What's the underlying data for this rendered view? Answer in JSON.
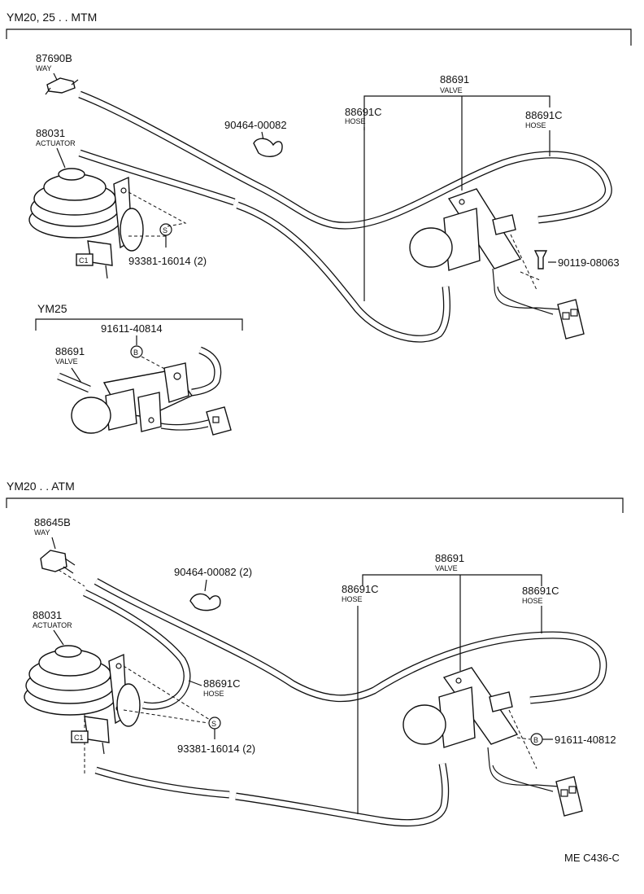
{
  "sections": {
    "top": {
      "title": "YM20, 25 . . MTM",
      "parts": {
        "way": {
          "number": "87690B",
          "name": "WAY"
        },
        "actuator": {
          "number": "88031",
          "name": "ACTUATOR"
        },
        "clip": {
          "number": "90464-00082"
        },
        "hose_left": {
          "number": "88691C",
          "name": "HOSE"
        },
        "valve": {
          "number": "88691",
          "name": "VALVE"
        },
        "hose_right": {
          "number": "88691C",
          "name": "HOSE"
        },
        "screw": {
          "number": "93381-16014 (2)",
          "badge": "S"
        },
        "bolt": {
          "number": "90119-08063"
        },
        "connector_c1": {
          "label": "C1"
        }
      }
    },
    "inset": {
      "title": "YM25",
      "parts": {
        "bolt": {
          "number": "91611-40814",
          "badge": "B"
        },
        "valve": {
          "number": "88691",
          "name": "VALVE"
        }
      }
    },
    "bottom": {
      "title": "YM20 . . ATM",
      "parts": {
        "way": {
          "number": "88645B",
          "name": "WAY"
        },
        "clip": {
          "number": "90464-00082 (2)"
        },
        "actuator": {
          "number": "88031",
          "name": "ACTUATOR"
        },
        "hose_left": {
          "number": "88691C",
          "name": "HOSE"
        },
        "valve": {
          "number": "88691",
          "name": "VALVE"
        },
        "hose_right": {
          "number": "88691C",
          "name": "HOSE"
        },
        "hose_small": {
          "number": "88691C",
          "name": "HOSE"
        },
        "screw": {
          "number": "93381-16014 (2)",
          "badge": "S"
        },
        "bolt": {
          "number": "91611-40812",
          "badge": "B"
        },
        "connector_c1": {
          "label": "C1"
        }
      }
    }
  },
  "figure_code": "ME  C436-C"
}
